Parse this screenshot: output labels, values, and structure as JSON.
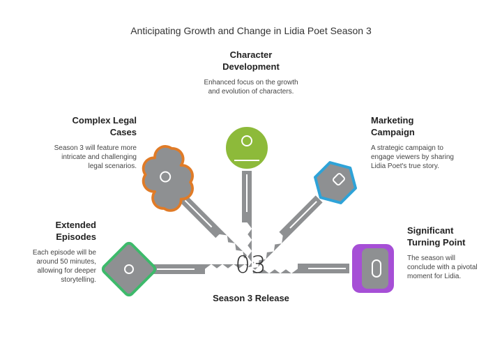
{
  "title": "Anticipating Growth and Change in Lidia Poet Season 3",
  "center_number": "03",
  "center_label": "Season 3 Release",
  "items": [
    {
      "heading": "Extended Episodes",
      "text": "Each episode will be around 50 minutes, allowing for deeper storytelling.",
      "color": "#3dba6b"
    },
    {
      "heading": "Complex Legal Cases",
      "text": "Season 3 will feature more intricate and challenging legal scenarios.",
      "color": "#e07b27"
    },
    {
      "heading": "Character Development",
      "text": "Enhanced focus on the growth and evolution of characters.",
      "color": "#8dba3a"
    },
    {
      "heading": "Marketing Campaign",
      "text": "A strategic campaign to engage viewers by sharing Lidia Poet's true story.",
      "color": "#2ea3d8"
    },
    {
      "heading": "Significant Turning Point",
      "text": "The season will conclude with a pivotal moment for Lidia.",
      "color": "#a64fd6"
    }
  ],
  "shaft_color": "#8e9092"
}
